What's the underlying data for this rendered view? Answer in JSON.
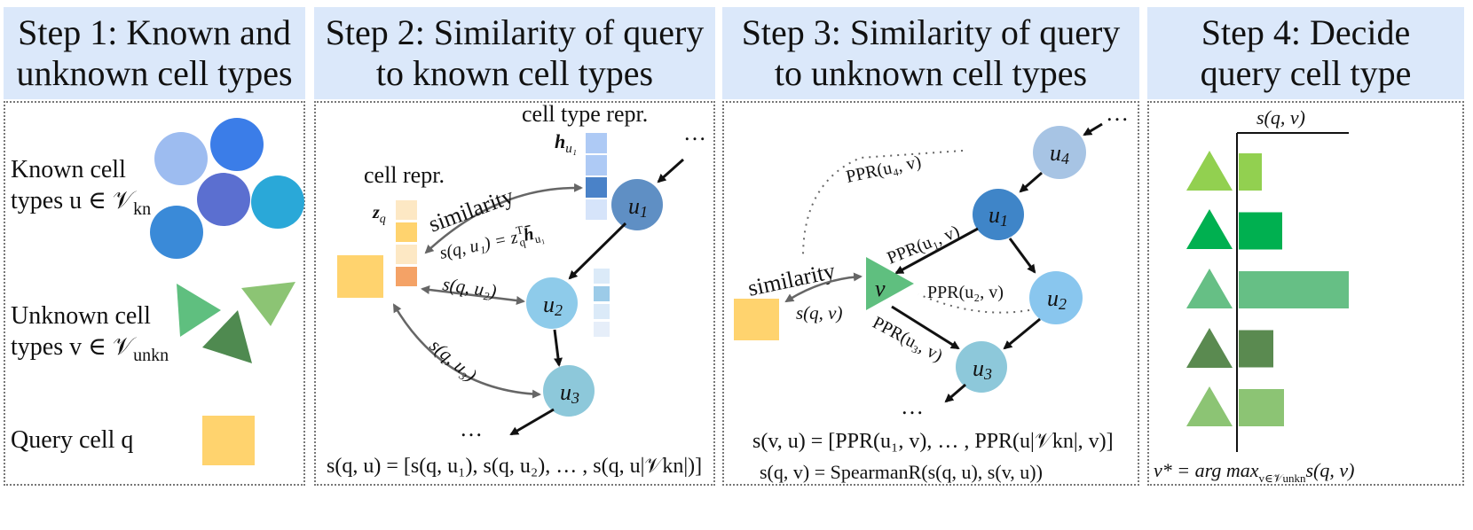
{
  "steps": [
    {
      "title": "Step 1: Known and\nunknown cell types"
    },
    {
      "title": "Step 2: Similarity of query\nto known cell types"
    },
    {
      "title": "Step 3: Similarity of query\nto unknown cell types"
    },
    {
      "title": "Step 4: Decide\nquery cell type"
    }
  ],
  "step1": {
    "known_line1": "Known cell",
    "known_line2": "types u ∈ 𝒱",
    "known_sub": "kn",
    "unknown_line1": "Unknown cell",
    "unknown_line2": "types v ∈ 𝒱",
    "unknown_sub": "unkn",
    "query": "Query cell q"
  },
  "step2": {
    "cell_type_repr": "cell type repr.",
    "cell_repr": "cell repr.",
    "h_label": "h",
    "h_sub": "u₁",
    "z_label": "z",
    "z_sub": "q",
    "similarity": "similarity",
    "s_qu1": "s(q, u₁) = z",
    "s_qu1_tail": "h̄",
    "s_qu1_sup": "T",
    "s_qu1_zsub": "q",
    "s_qu1_hsub": "u₁",
    "s_qu2": "s(q, u₂)",
    "s_qu3": "s(q, u₃)",
    "u1": "u",
    "u1_sub": "1",
    "u2": "u",
    "u2_sub": "2",
    "u3": "u",
    "u3_sub": "3",
    "ellipsis_top": "…",
    "ellipsis_bottom": "…",
    "formula": "s(q, u) = [s(q, u₁), s(q, u₂), … , s(q, u|𝒱kn|)]"
  },
  "step3": {
    "ellipsis_top": "…",
    "ellipsis_bottom": "…",
    "ppr_u4": "PPR(u₄, v)",
    "ppr_u1": "PPR(u₁, v)",
    "ppr_u2": "PPR(u₂, v)",
    "ppr_u3": "PPR(u₃, v)",
    "similarity": "similarity",
    "s_qv": "s(q, v)",
    "v": "v",
    "u1": "u",
    "u1_sub": "1",
    "u2": "u",
    "u2_sub": "2",
    "u3": "u",
    "u3_sub": "3",
    "u4": "u",
    "u4_sub": "4",
    "formula1": "s(v, u) = [PPR(u₁, v), … , PPR(u|𝒱kn|, v)]",
    "formula2": "s(q, v) = SpearmanR(s(q, u), s(v, u))"
  },
  "step4": {
    "axis_label": "s(q, v)",
    "formula": "v* = arg max",
    "formula_sub": "v∈𝒱unkn",
    "formula_tail": "s(q, v)",
    "chart_data": {
      "type": "bar",
      "orientation": "horizontal",
      "values": [
        0.14,
        0.26,
        0.66,
        0.21,
        0.27
      ],
      "colors": [
        "#92d050",
        "#00b050",
        "#66bf85",
        "#5a8a50",
        "#8cc474"
      ]
    }
  },
  "colors": {
    "header_bg": "#dbe8fa",
    "query_square": "#ffd36e",
    "known_blue_light": "#9dbcf0",
    "known_blue": "#3b7de8",
    "known_indigo": "#5b6fd0",
    "known_cyan": "#2aa8d8",
    "known_mid": "#3a8ad8",
    "triangle_green": "#5fbf7f",
    "triangle_light": "#8cc474",
    "triangle_dark": "#4f8a50"
  }
}
